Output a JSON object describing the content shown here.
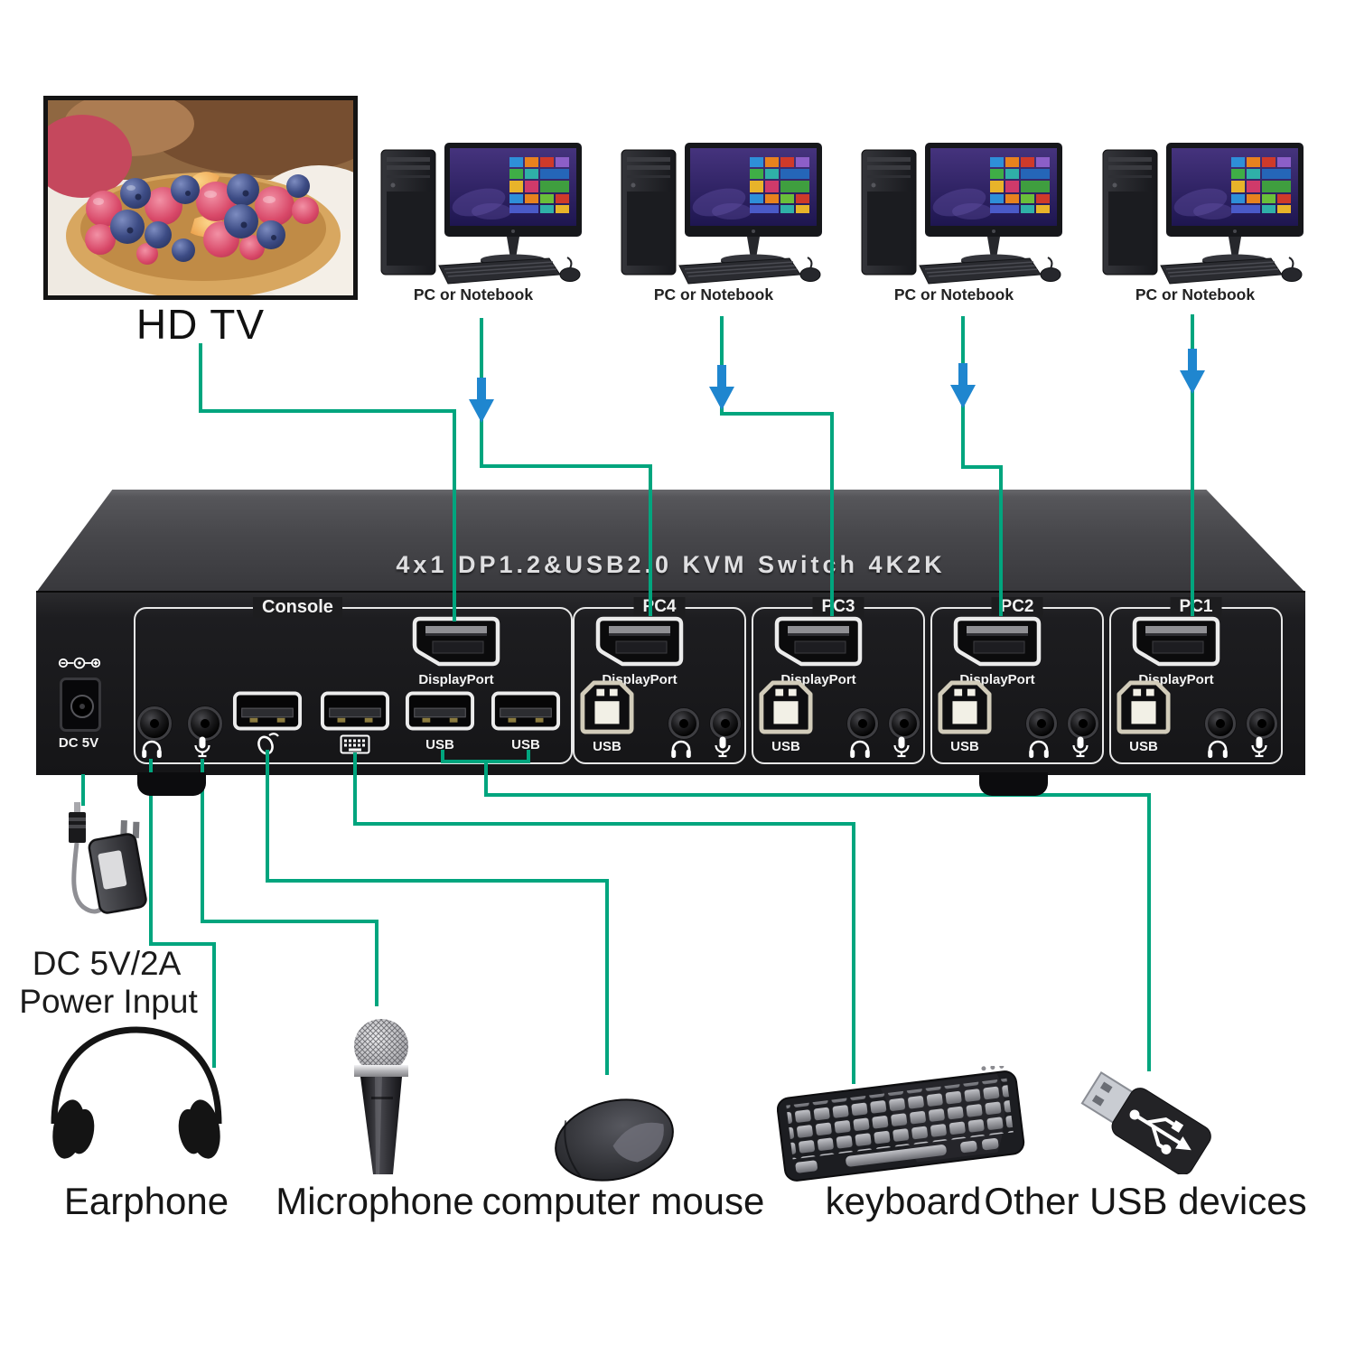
{
  "tv": {
    "label": "HD TV"
  },
  "computers": [
    {
      "label": "PC or Notebook"
    },
    {
      "label": "PC or Notebook"
    },
    {
      "label": "PC or Notebook"
    },
    {
      "label": "PC or Notebook"
    }
  ],
  "device": {
    "title": "4x1 DP1.2&USB2.0 KVM Switch 4K2K",
    "power_label": "DC 5V",
    "console": {
      "label": "Console",
      "displayport_label": "DisplayPort",
      "usb1_label": "USB",
      "usb2_label": "USB",
      "icons": [
        "headphone",
        "microphone",
        "mouse",
        "keyboard"
      ]
    },
    "pc_sections": [
      {
        "label": "PC4",
        "displayport_label": "DisplayPort",
        "usb_label": "USB"
      },
      {
        "label": "PC3",
        "displayport_label": "DisplayPort",
        "usb_label": "USB"
      },
      {
        "label": "PC2",
        "displayport_label": "DisplayPort",
        "usb_label": "USB"
      },
      {
        "label": "PC1",
        "displayport_label": "DisplayPort",
        "usb_label": "USB"
      }
    ]
  },
  "power": {
    "line1": "DC 5V/2A",
    "line2": "Power Input"
  },
  "peripherals": [
    {
      "name": "earphone",
      "label": "Earphone"
    },
    {
      "name": "microphone",
      "label": "Microphone"
    },
    {
      "name": "computer-mouse",
      "label": "computer mouse"
    },
    {
      "name": "keyboard",
      "label": "keyboard"
    },
    {
      "name": "other-usb-devices",
      "label": "Other USB devices"
    }
  ],
  "colors": {
    "line": "#00a57e",
    "arrow": "#1f86cf"
  }
}
